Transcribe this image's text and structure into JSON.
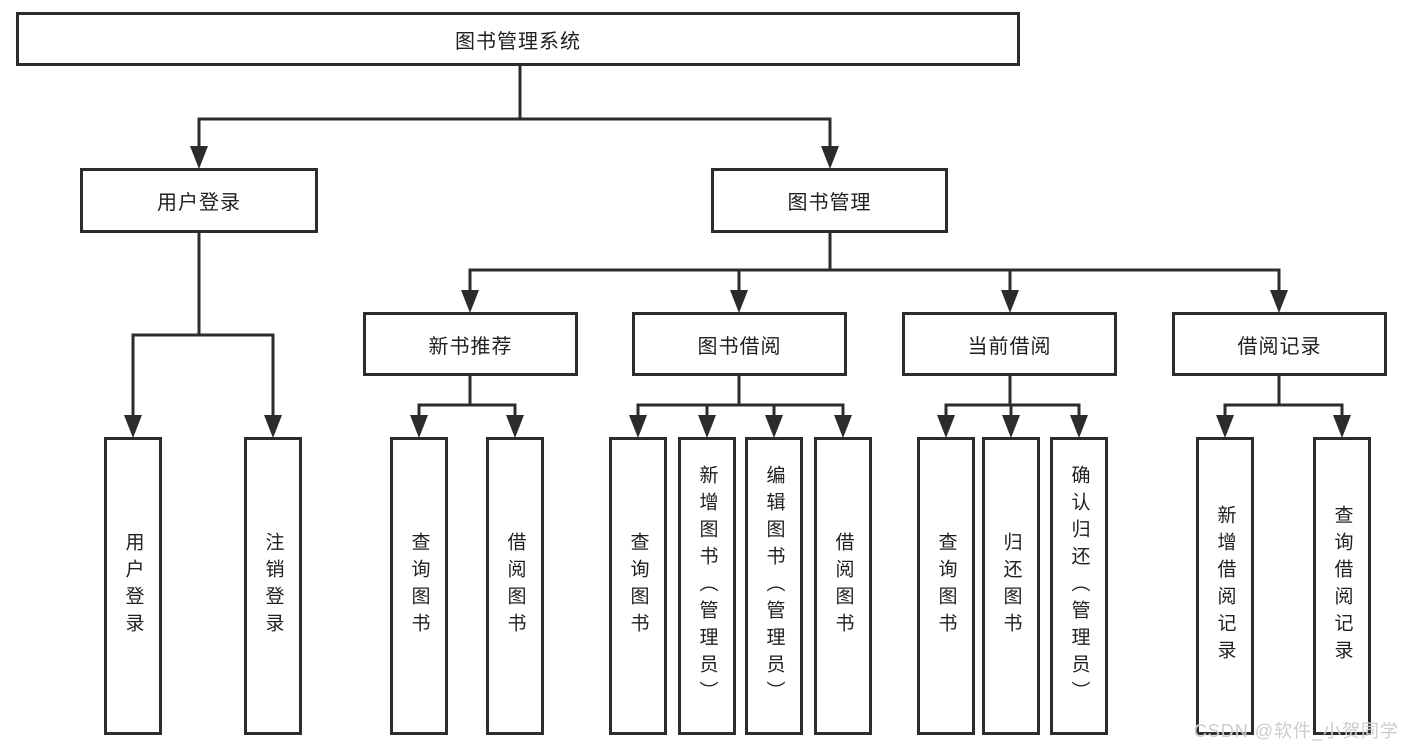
{
  "diagram": {
    "title": "图书管理系统",
    "tree": {
      "root": {
        "label": "图书管理系统"
      },
      "branches": [
        {
          "label": "用户登录",
          "children": [
            {
              "label": "用户登录"
            },
            {
              "label": "注销登录"
            }
          ]
        },
        {
          "label": "图书管理",
          "children": [
            {
              "label": "新书推荐",
              "children": [
                {
                  "label": "查询图书"
                },
                {
                  "label": "借阅图书"
                }
              ]
            },
            {
              "label": "图书借阅",
              "children": [
                {
                  "label": "查询图书"
                },
                {
                  "label": "新增图书（管理员）"
                },
                {
                  "label": "编辑图书（管理员）"
                },
                {
                  "label": "借阅图书"
                }
              ]
            },
            {
              "label": "当前借阅",
              "children": [
                {
                  "label": "查询图书"
                },
                {
                  "label": "归还图书"
                },
                {
                  "label": "确认归还（管理员）"
                }
              ]
            },
            {
              "label": "借阅记录",
              "children": [
                {
                  "label": "新增借阅记录"
                },
                {
                  "label": "查询借阅记录"
                }
              ]
            }
          ]
        }
      ]
    },
    "colors": {
      "line": "#2c2c2c",
      "box_border": "#2c2c2c",
      "box_fill": "#ffffff",
      "text": "#1f1f1f",
      "watermark": "#cccccc",
      "background": "#ffffff"
    }
  },
  "watermark": {
    "text": "CSDN @软件_小贺同学"
  }
}
